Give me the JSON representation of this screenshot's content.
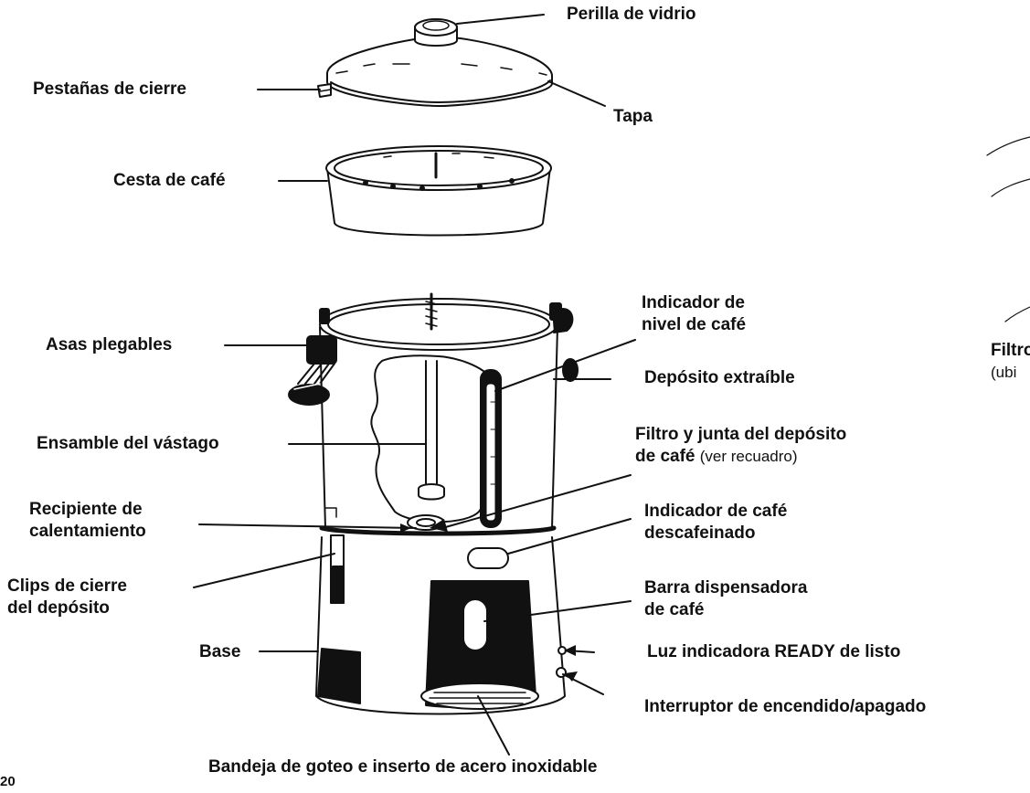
{
  "labels": {
    "perilla": "Perilla de vidrio",
    "pestanas": "Pestañas de cierre",
    "tapa": "Tapa",
    "cesta": "Cesta de café",
    "asas": "Asas plegables",
    "indicador_nivel_1": "Indicador de",
    "indicador_nivel_2": "nivel de café",
    "deposito": "Depósito extraíble",
    "vastago": "Ensamble del vástago",
    "filtro_junta_1": "Filtro y junta del depósito",
    "filtro_junta_2": "de café",
    "filtro_junta_note": "(ver recuadro)",
    "recipiente_1": "Recipiente de",
    "recipiente_2": "calentamiento",
    "descafeinado_1": "Indicador de café",
    "descafeinado_2": "descafeinado",
    "clips_1": "Clips de cierre",
    "clips_2": "del depósito",
    "barra_1": "Barra dispensadora",
    "barra_2": "de café",
    "base": "Base",
    "luz": "Luz indicadora READY de listo",
    "interruptor": "Interruptor de encendido/apagado",
    "bandeja": "Bandeja de goteo e inserto de acero inoxidable",
    "inset_1": "Filtro",
    "inset_2": "(ubi"
  },
  "page_number": "20"
}
